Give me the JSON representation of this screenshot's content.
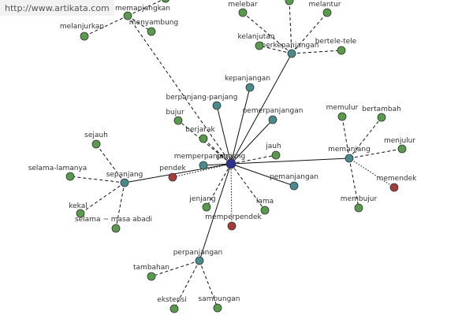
{
  "source_label": "http://www.artikata.com",
  "colors": {
    "word": "#5a9a4e",
    "hub": "#4a8a8e",
    "antonym": "#a33d3d",
    "center": "#2e2f8e"
  },
  "nodes": [
    {
      "id": "center",
      "label": "panjang",
      "kind": "center"
    },
    {
      "id": "sepanjang",
      "label": "sepanjang",
      "kind": "hub"
    },
    {
      "id": "memanjang",
      "label": "memanjang",
      "kind": "hub"
    },
    {
      "id": "perpanjangan",
      "label": "perpanjangan",
      "kind": "hub"
    },
    {
      "id": "berkepanjangan",
      "label": "berkepanjangan",
      "kind": "hub"
    },
    {
      "id": "memanjangkan",
      "label": "memanjangkan",
      "kind": "word"
    },
    {
      "id": "memperpanjang",
      "label": "memperpanjang",
      "kind": "hub"
    },
    {
      "id": "kepanjangan",
      "label": "kepanjangan",
      "kind": "hub"
    },
    {
      "id": "berpanjang-panjang",
      "label": "berpanjang-panjang",
      "kind": "hub"
    },
    {
      "id": "pemerpanjangan",
      "label": "pemerpanjangan",
      "kind": "hub"
    },
    {
      "id": "pemanjangan",
      "label": "pemanjangan",
      "kind": "hub"
    },
    {
      "id": "melanjurkan",
      "label": "melanjurkan",
      "kind": "word"
    },
    {
      "id": "menyambung",
      "label": "menyambung",
      "kind": "word"
    },
    {
      "id": "melebar",
      "label": "melebar",
      "kind": "word"
    },
    {
      "id": "melantur",
      "label": "melantur",
      "kind": "word"
    },
    {
      "id": "kelanjutan",
      "label": "kelanjutan",
      "kind": "word"
    },
    {
      "id": "bertele-tele",
      "label": "bertele-tele",
      "kind": "word"
    },
    {
      "id": "top1",
      "label": "",
      "kind": "word"
    },
    {
      "id": "top2",
      "label": "",
      "kind": "word"
    },
    {
      "id": "bujur",
      "label": "bujur",
      "kind": "word"
    },
    {
      "id": "berjarak",
      "label": "berjarak",
      "kind": "word"
    },
    {
      "id": "jauh",
      "label": "jauh",
      "kind": "word"
    },
    {
      "id": "pendek",
      "label": "pendek",
      "kind": "antonym"
    },
    {
      "id": "jenjang",
      "label": "jenjang",
      "kind": "word"
    },
    {
      "id": "lama",
      "label": "lama",
      "kind": "word"
    },
    {
      "id": "memperpendek",
      "label": "memperpendek",
      "kind": "antonym"
    },
    {
      "id": "sejauh",
      "label": "sejauh",
      "kind": "word"
    },
    {
      "id": "selama-lamanya",
      "label": "selama-lamanya",
      "kind": "word"
    },
    {
      "id": "kekal",
      "label": "kekal",
      "kind": "word"
    },
    {
      "id": "selama-masa-abadi",
      "label": "selama ~ masa abadi",
      "kind": "word"
    },
    {
      "id": "memulur",
      "label": "memulur",
      "kind": "word"
    },
    {
      "id": "bertambah",
      "label": "bertambah",
      "kind": "word"
    },
    {
      "id": "menjulur",
      "label": "menjulur",
      "kind": "word"
    },
    {
      "id": "memendek",
      "label": "memendek",
      "kind": "antonym"
    },
    {
      "id": "membujur",
      "label": "membujur",
      "kind": "word"
    },
    {
      "id": "tambahan",
      "label": "tambahan",
      "kind": "word"
    },
    {
      "id": "ekstensi",
      "label": "ekstensi",
      "kind": "word"
    },
    {
      "id": "sambungan",
      "label": "sambungan",
      "kind": "word"
    }
  ],
  "edges": [
    {
      "from": "center",
      "to": "sepanjang",
      "style": "solid"
    },
    {
      "from": "center",
      "to": "memanjang",
      "style": "solid"
    },
    {
      "from": "center",
      "to": "perpanjangan",
      "style": "solid"
    },
    {
      "from": "center",
      "to": "berkepanjangan",
      "style": "solid"
    },
    {
      "from": "center",
      "to": "memperpanjang",
      "style": "solid"
    },
    {
      "from": "center",
      "to": "kepanjangan",
      "style": "solid"
    },
    {
      "from": "center",
      "to": "berpanjang-panjang",
      "style": "solid"
    },
    {
      "from": "center",
      "to": "pemerpanjangan",
      "style": "solid"
    },
    {
      "from": "center",
      "to": "pemanjangan",
      "style": "solid"
    },
    {
      "from": "center",
      "to": "memanjangkan",
      "style": "dashed"
    },
    {
      "from": "center",
      "to": "bujur",
      "style": "dashed"
    },
    {
      "from": "center",
      "to": "berjarak",
      "style": "dashed"
    },
    {
      "from": "center",
      "to": "jauh",
      "style": "dashed"
    },
    {
      "from": "center",
      "to": "jenjang",
      "style": "dashed"
    },
    {
      "from": "center",
      "to": "lama",
      "style": "dashed"
    },
    {
      "from": "center",
      "to": "memperpendek",
      "style": "dotted"
    },
    {
      "from": "center",
      "to": "pendek",
      "style": "dotted"
    },
    {
      "from": "memanjangkan",
      "to": "melanjurkan",
      "style": "dashed"
    },
    {
      "from": "memanjangkan",
      "to": "menyambung",
      "style": "dashed"
    },
    {
      "from": "memanjangkan",
      "to": "top1",
      "style": "dashed"
    },
    {
      "from": "berkepanjangan",
      "to": "melebar",
      "style": "dashed"
    },
    {
      "from": "berkepanjangan",
      "to": "melantur",
      "style": "dashed"
    },
    {
      "from": "berkepanjangan",
      "to": "kelanjutan",
      "style": "dashed"
    },
    {
      "from": "berkepanjangan",
      "to": "bertele-tele",
      "style": "dashed"
    },
    {
      "from": "berkepanjangan",
      "to": "top2",
      "style": "dashed"
    },
    {
      "from": "sepanjang",
      "to": "sejauh",
      "style": "dashed"
    },
    {
      "from": "sepanjang",
      "to": "selama-lamanya",
      "style": "dashed"
    },
    {
      "from": "sepanjang",
      "to": "kekal",
      "style": "dashed"
    },
    {
      "from": "sepanjang",
      "to": "selama-masa-abadi",
      "style": "dashed"
    },
    {
      "from": "memanjang",
      "to": "memulur",
      "style": "dashed"
    },
    {
      "from": "memanjang",
      "to": "bertambah",
      "style": "dashed"
    },
    {
      "from": "memanjang",
      "to": "menjulur",
      "style": "dashed"
    },
    {
      "from": "memanjang",
      "to": "membujur",
      "style": "dashed"
    },
    {
      "from": "memanjang",
      "to": "memendek",
      "style": "dotted"
    },
    {
      "from": "perpanjangan",
      "to": "tambahan",
      "style": "dashed"
    },
    {
      "from": "perpanjangan",
      "to": "ekstensi",
      "style": "dashed"
    },
    {
      "from": "perpanjangan",
      "to": "sambungan",
      "style": "dashed"
    }
  ]
}
